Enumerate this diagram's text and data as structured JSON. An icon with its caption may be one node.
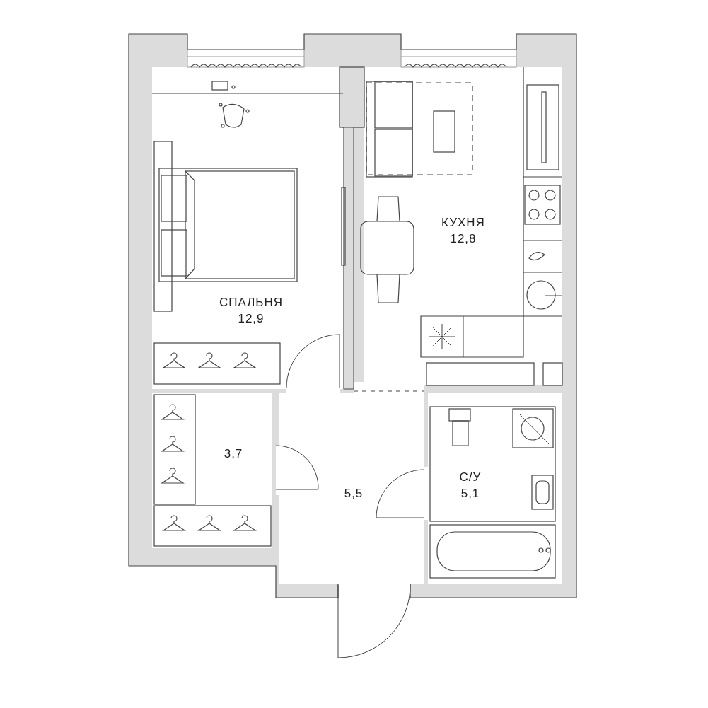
{
  "diagram": {
    "labels": [
      "КУХНЯ",
      "12,8",
      "СПАЛЬНЯ",
      "12,9",
      "3,7",
      "С/У",
      "5,5",
      "5,1"
    ]
  }
}
